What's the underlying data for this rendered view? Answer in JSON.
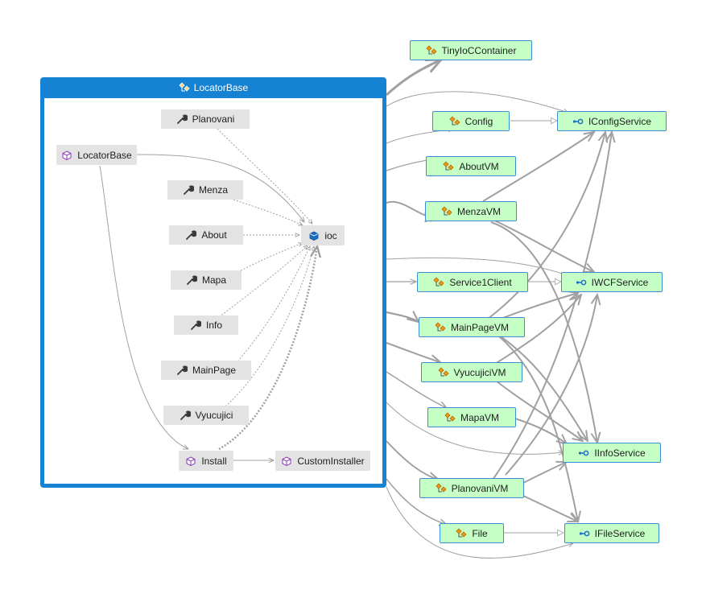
{
  "group": {
    "title": "LocatorBase"
  },
  "nodes": {
    "planovani": "Planovani",
    "locatorbase_class": "LocatorBase",
    "menza": "Menza",
    "about": "About",
    "ioc": "ioc",
    "mapa": "Mapa",
    "info": "Info",
    "mainpage": "MainPage",
    "vyucujici": "Vyucujici",
    "install": "Install",
    "custominstaller": "CustomInstaller",
    "tinyioccontainer": "TinyIoCContainer",
    "config": "Config",
    "iconfigservice": "IConfigService",
    "aboutvm": "AboutVM",
    "menzavm": "MenzaVM",
    "service1client": "Service1Client",
    "iwcfservice": "IWCFService",
    "mainpagevm": "MainPageVM",
    "vyucujicivm": "VyucujiciVM",
    "mapavm": "MapaVM",
    "iinfoservice": "IInfoService",
    "planovanivm": "PlanovaniVM",
    "file": "File",
    "ifileservice": "IFileService"
  },
  "colors": {
    "group_header": "#1682d4",
    "node_gray": "#e3e3e3",
    "node_green": "#c6ffc6",
    "node_green_border": "#3a8fd0",
    "edge": "#a0a0a0"
  },
  "icons": {
    "group": "class-icon",
    "property": "wrench-icon",
    "field": "field-icon",
    "class_internal": "cube-icon",
    "class": "class-icon",
    "interface": "interface-icon"
  }
}
